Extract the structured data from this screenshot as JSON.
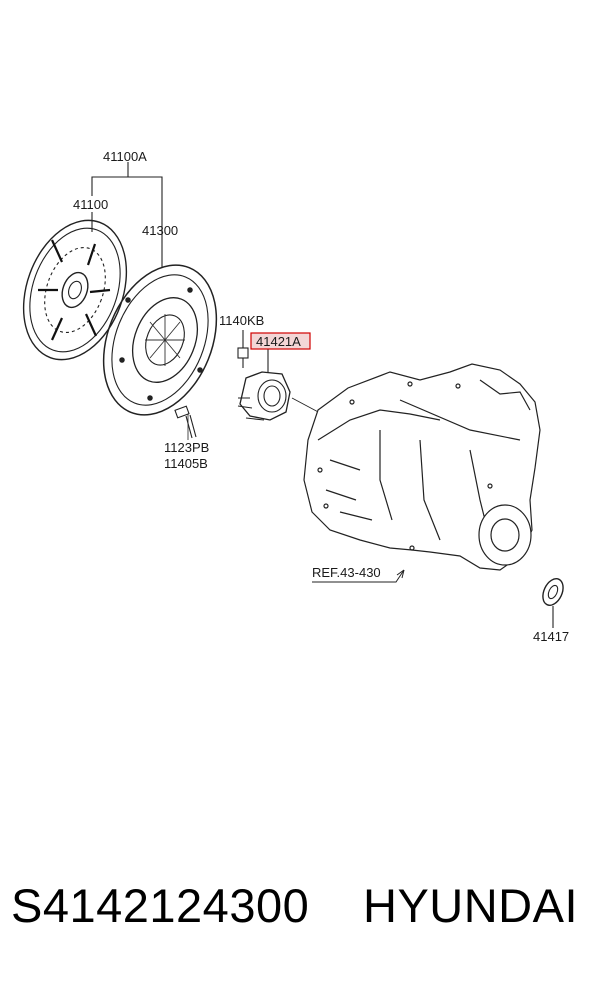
{
  "labels": {
    "assembly": "41100A",
    "disc": "41100",
    "cover": "41300",
    "bolt_a": "1123PB",
    "bolt_b": "11405B",
    "bracket_bolt": "1140KB",
    "bearing": "41421A",
    "reference": "REF.43-430",
    "seal": "41417"
  },
  "highlight_color": "#d00000",
  "highlight_fill": "#f3d6d6",
  "footer": {
    "part_number": "S4142124300",
    "brand": "HYUNDAI"
  }
}
